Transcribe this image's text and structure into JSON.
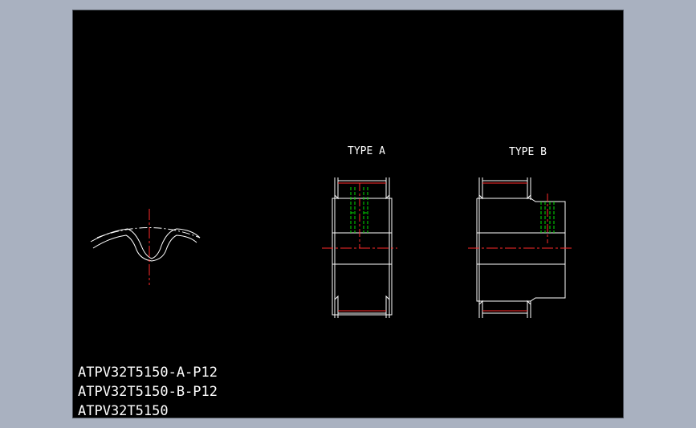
{
  "drawing": {
    "background": "#000000",
    "line_colors": {
      "outline": "#ffffff",
      "center": "#ff2a2a",
      "hidden": "#00e000",
      "edge_red": "#ff2a2a"
    },
    "view_labels": {
      "type_a": "TYPE A",
      "type_b": "TYPE B"
    },
    "part_numbers": [
      "ATPV32T5150-A-P12",
      "ATPV32T5150-B-P12",
      "ATPV32T5150"
    ]
  }
}
